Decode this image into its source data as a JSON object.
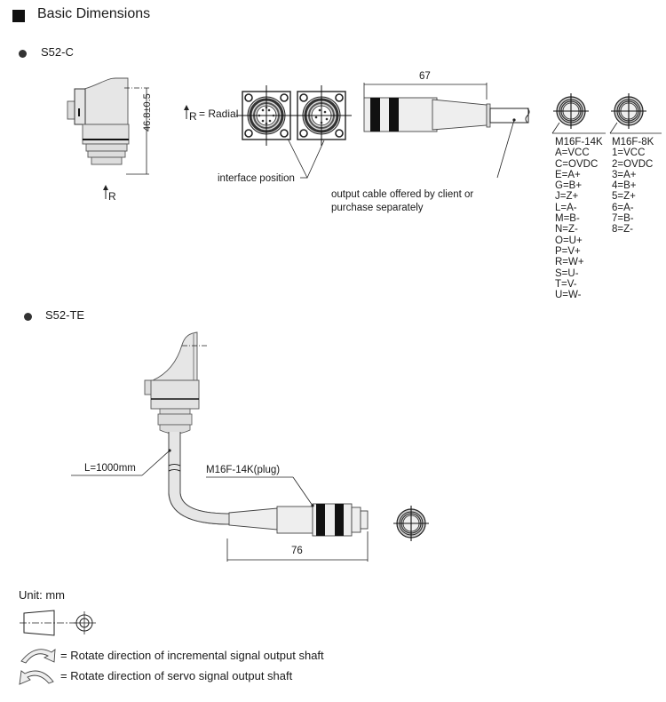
{
  "heading": {
    "title": "Basic Dimensions",
    "icon": "black-square-icon"
  },
  "sections": [
    {
      "name": "S52-C",
      "icon": "bullet-icon"
    },
    {
      "name": "S52-TE",
      "icon": "bullet-icon"
    }
  ],
  "s52c": {
    "height_dimension": "46.8±0.5",
    "radial_arrow_label": "R",
    "radial_legend_symbol": "R",
    "radial_legend_text": "= Radial",
    "interface_label": "interface position",
    "connector_length": "67",
    "cable_note_line1": "output cable offered by client or",
    "cable_note_line2": "purchase separately"
  },
  "pinouts": [
    {
      "model": "M16F-14K",
      "pins": [
        "A=VCC",
        "C=OVDC",
        "E=A+",
        "G=B+",
        "J=Z+",
        "L=A-",
        "M=B-",
        "N=Z-",
        "O=U+",
        "P=V+",
        "R=W+",
        "S=U-",
        "T=V-",
        "U=W-"
      ]
    },
    {
      "model": "M16F-8K",
      "pins": [
        "1=VCC",
        "2=OVDC",
        "3=A+",
        "4=B+",
        "5=Z+",
        "6=A-",
        "7=B-",
        "8=Z-"
      ]
    }
  ],
  "s52te": {
    "cable_length": "L=1000mm",
    "plug_label": "M16F-14K(plug)",
    "plug_length": "76"
  },
  "legend": {
    "unit": "Unit: mm",
    "incremental_text": "= Rotate direction of incremental signal output shaft",
    "servo_text": "= Rotate direction of servo signal output shaft"
  }
}
